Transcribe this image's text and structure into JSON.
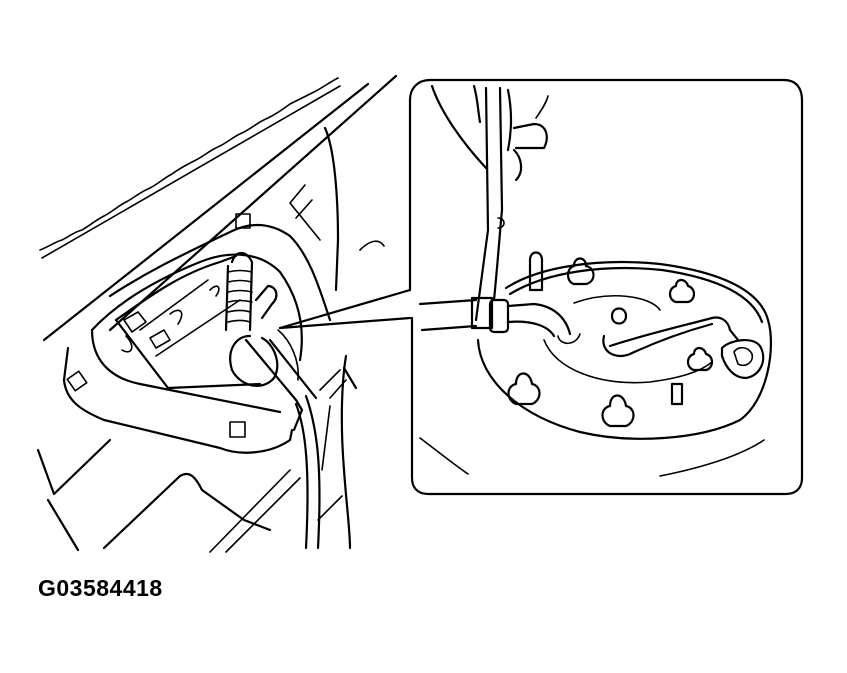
{
  "figure": {
    "id_label": "G03584418",
    "type": "service-manual line illustration",
    "main_view": "fuel tank access opening with fuel pump wiring and hose",
    "detail_view": "enlarged inset of fuel pump gauge plate with hose clamp being released by tool"
  },
  "colors": {
    "line": "#000000",
    "background": "#ffffff"
  }
}
